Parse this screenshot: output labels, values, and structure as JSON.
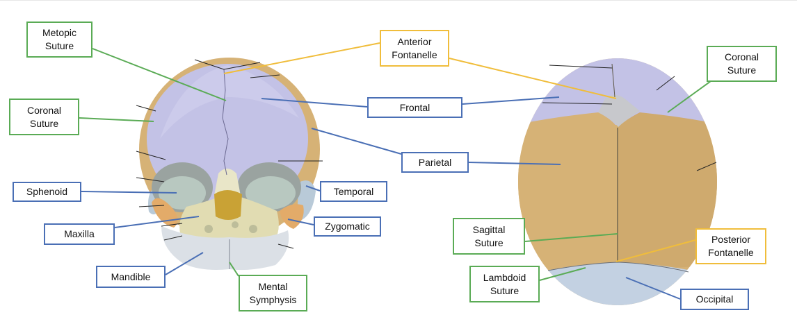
{
  "labels": {
    "metopic_suture": "Metopic\nSuture",
    "anterior_fontanelle": "Anterior\nFontanelle",
    "coronal_suture_front": "Coronal\nSuture",
    "frontal": "Frontal",
    "parietal": "Parietal",
    "sphenoid": "Sphenoid",
    "temporal": "Temporal",
    "maxilla": "Maxilla",
    "zygomatic": "Zygomatic",
    "mandible": "Mandible",
    "mental_symphysis": "Mental\nSymphysis",
    "coronal_suture_top": "Coronal\nSuture",
    "sagittal_suture": "Sagittal\nSuture",
    "posterior_fontanelle": "Posterior\nFontanelle",
    "lambdoid_suture": "Lambdoid\nSuture",
    "occipital": "Occipital"
  },
  "colors": {
    "label_blue": "#4a6fb5",
    "label_green": "#5aab55",
    "label_yellow": "#f0bd3b",
    "frontal_bone": "#c3c2e6",
    "parietal_bone": "#d6b276",
    "occipital_bone": "#c3d1e2",
    "temporal_bone": "#b9cad8",
    "maxilla_bone": "#e1dcb2",
    "mandible_bone": "#dbe0e6",
    "zygomatic_bone": "#e3ab69",
    "sphenoid_bone": "#b8c8c0",
    "nasal_cavity": "#c9a235"
  }
}
